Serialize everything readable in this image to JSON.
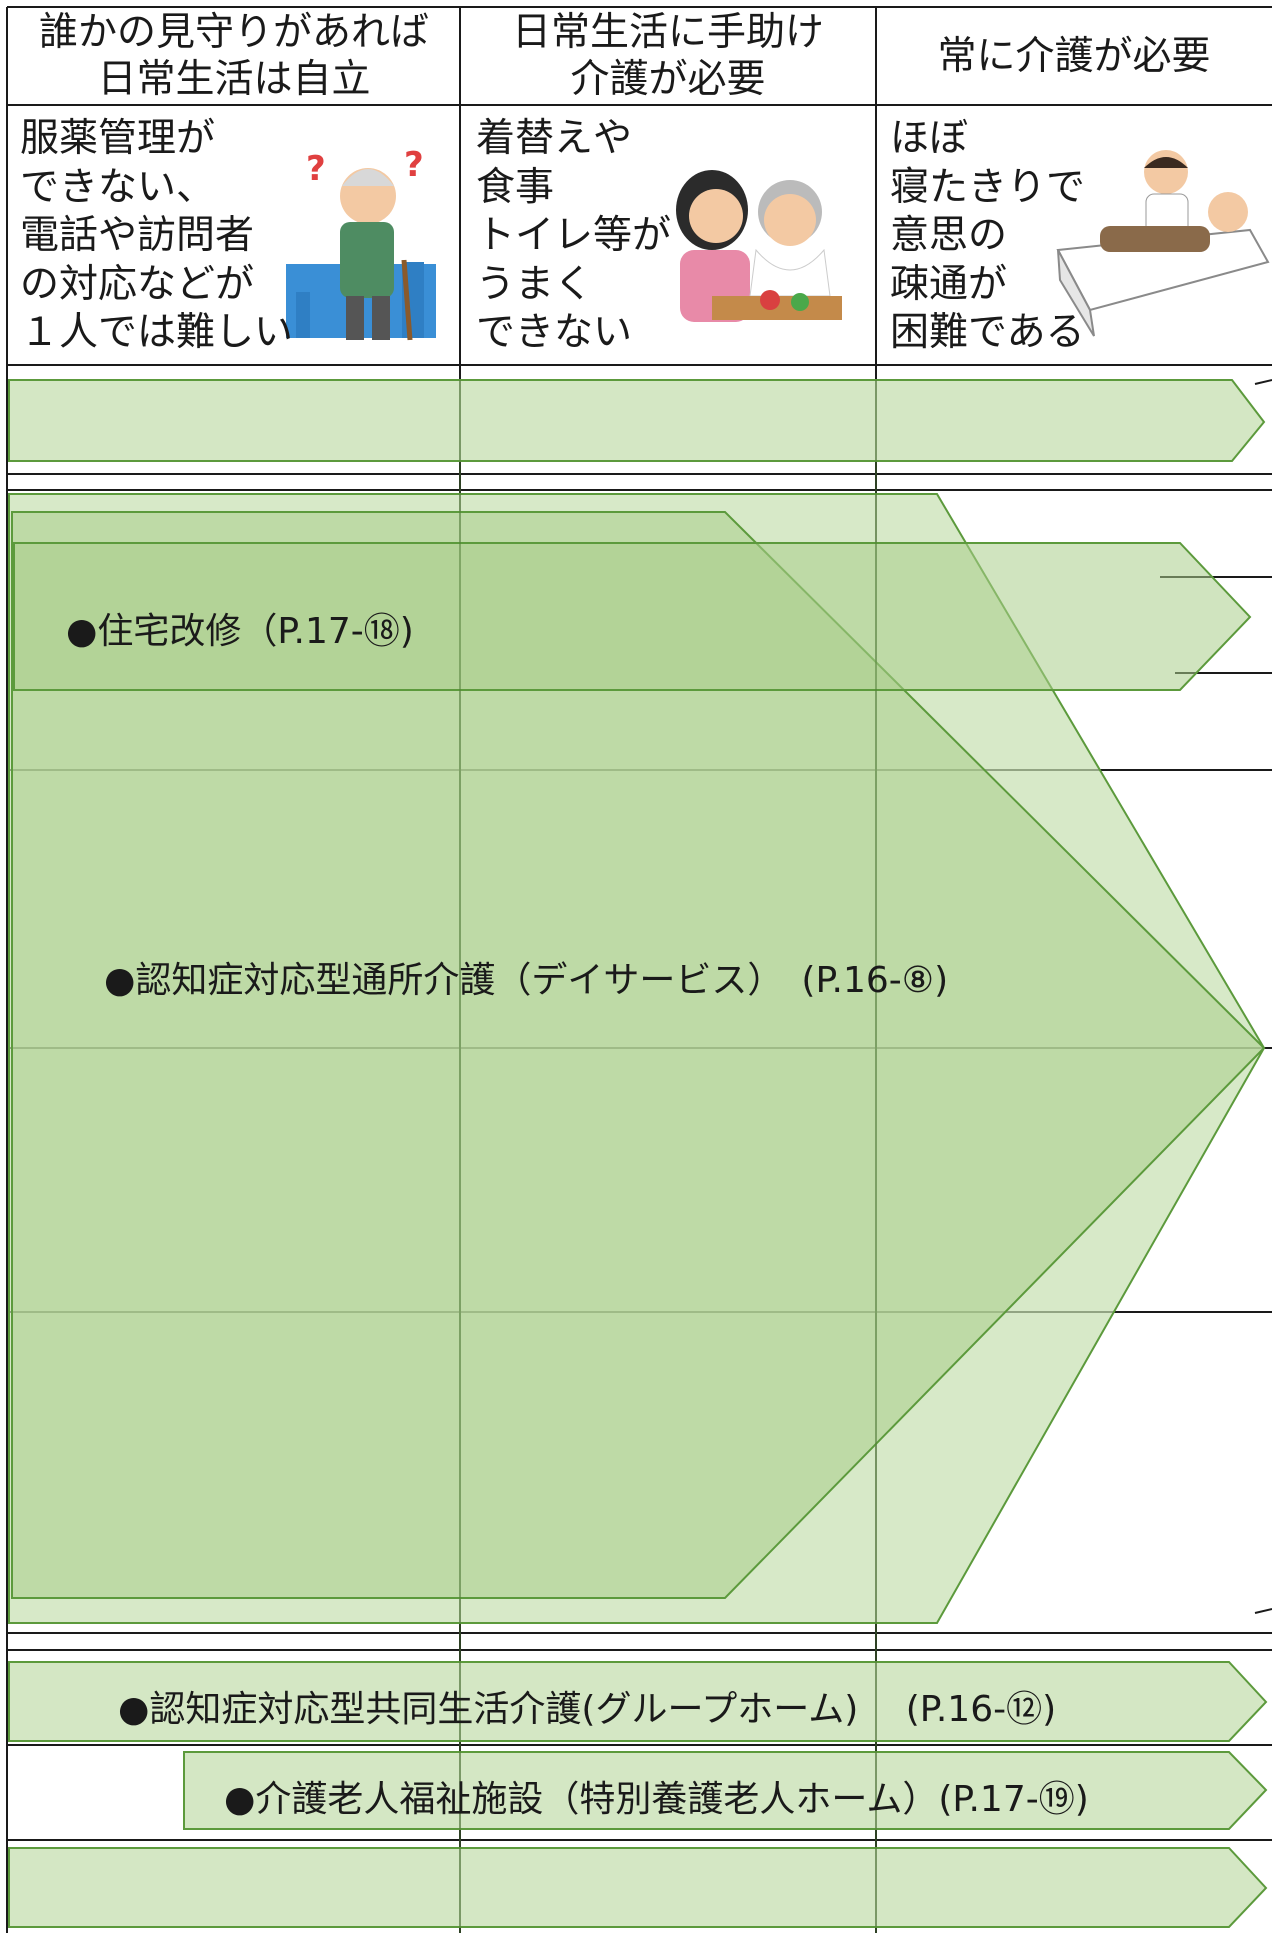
{
  "columns": [
    {
      "header": [
        "誰かの見守りがあれば",
        "日常生活は自立"
      ],
      "description": "服薬管理が\nできない、\n電話や訪問者\nの対応などが\n１人では難しい",
      "illustration": "elderly-man-confused-with-cane"
    },
    {
      "header": [
        "日常生活に手助け",
        "介護が必要"
      ],
      "description": "着替えや\n食事\nトイレ等が\nうまく\nできない",
      "illustration": "caregiver-feeding-elderly-woman"
    },
    {
      "header": [
        "常に介護が必要"
      ],
      "description": "ほぼ\n寝たきりで\n意思の\n疎通が\n困難である",
      "illustration": "caregiver-with-bedridden-person"
    }
  ],
  "services": {
    "home_renovation": "●住宅改修（P.17-⑱)",
    "dementia_day_service": "●認知症対応型通所介護（デイサービス）　(P.16-⑧)",
    "group_home": "●認知症対応型共同生活介護(グループホーム)　 (P.16-⑫)",
    "nursing_home": "●介護老人福祉施設（特別養護老人ホーム）(P.17-⑲)"
  },
  "colors": {
    "grid_line": "#1a1a1a",
    "arrow_fill": "#c6dfb0",
    "arrow_fill_dark": "#b5d59a",
    "arrow_stroke": "#5c9a3c"
  }
}
